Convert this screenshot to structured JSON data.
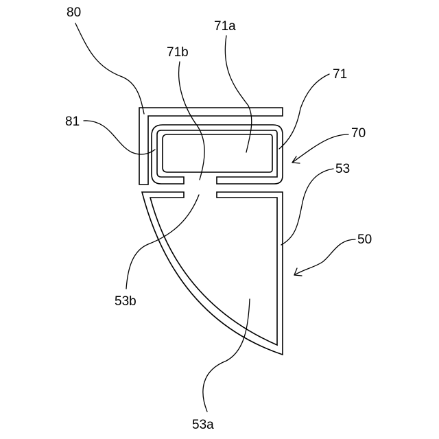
{
  "colors": {
    "background": "#ffffff",
    "line": "#000000"
  },
  "labels": {
    "ref_80": "80",
    "ref_71a": "71a",
    "ref_71b": "71b",
    "ref_71": "71",
    "ref_81": "81",
    "ref_70": "70",
    "ref_53": "53",
    "ref_50": "50",
    "ref_53b": "53b",
    "ref_53a": "53a"
  }
}
